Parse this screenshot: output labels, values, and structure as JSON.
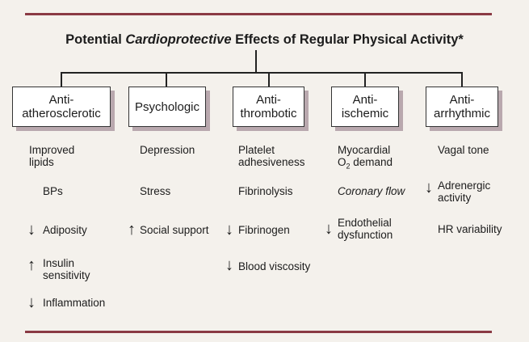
{
  "title": {
    "part1": "Potential ",
    "part2": "Cardioprotective",
    "part3": " Effects of Regular Physical Activity*"
  },
  "categories": [
    {
      "label": "Anti-\natherosclerotic"
    },
    {
      "label": "Psychologic"
    },
    {
      "label": "Anti-\nthrombotic"
    },
    {
      "label": "Anti-\nischemic"
    },
    {
      "label": "Anti-\narrhythmic"
    }
  ],
  "effects": {
    "improved_lipids": "Improved\nlipids",
    "bps": "BPs",
    "adiposity": "Adiposity",
    "insulin_sensitivity": "Insulin\nsensitivity",
    "inflammation": "Inflammation",
    "depression": "Depression",
    "stress": "Stress",
    "social_support": "Social support",
    "platelet_adhesiveness": "Platelet\nadhesiveness",
    "fibrinolysis": "Fibrinolysis",
    "fibrinogen": "Fibrinogen",
    "blood_viscosity": "Blood viscosity",
    "myocardial_o2_line1": "Myocardial",
    "myocardial_o2_o": "O",
    "myocardial_o2_sub": "2",
    "myocardial_o2_rest": " demand",
    "coronary_flow": "Coronary flow",
    "endothelial_dysfunction": "Endothelial\ndysfunction",
    "vagal_tone": "Vagal tone",
    "adrenergic_activity": "Adrenergic\nactivity",
    "hr_variability": "HR variability"
  },
  "arrows": {
    "down": "↓",
    "up": "↑"
  }
}
